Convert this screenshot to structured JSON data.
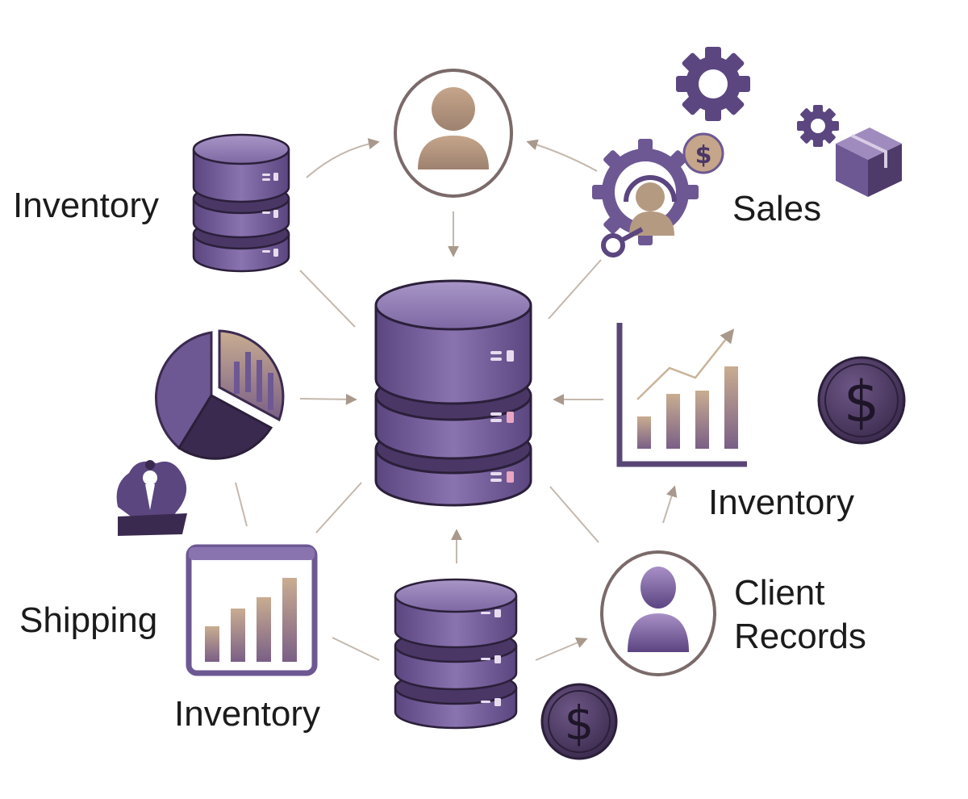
{
  "labels": {
    "inventory_left": "Inventory",
    "sales": "Sales",
    "inventory_right": "Inventory",
    "shipping": "Shipping",
    "inventory_bottom": "Inventory",
    "client_records_line1": "Client",
    "client_records_line2": "Records"
  },
  "colors": {
    "purple_dark": "#3b2a4f",
    "purple_mid": "#6e5a92",
    "purple_light": "#9d8bbd",
    "tan": "#b59a82",
    "connector": "#bfb2a6"
  },
  "icons": [
    "database-icon",
    "user-icon",
    "gear-icon",
    "box-icon",
    "dollar-coin-icon",
    "pie-chart-icon",
    "bar-chart-icon",
    "dashboard-icon",
    "customer-service-icon",
    "map-icon"
  ]
}
